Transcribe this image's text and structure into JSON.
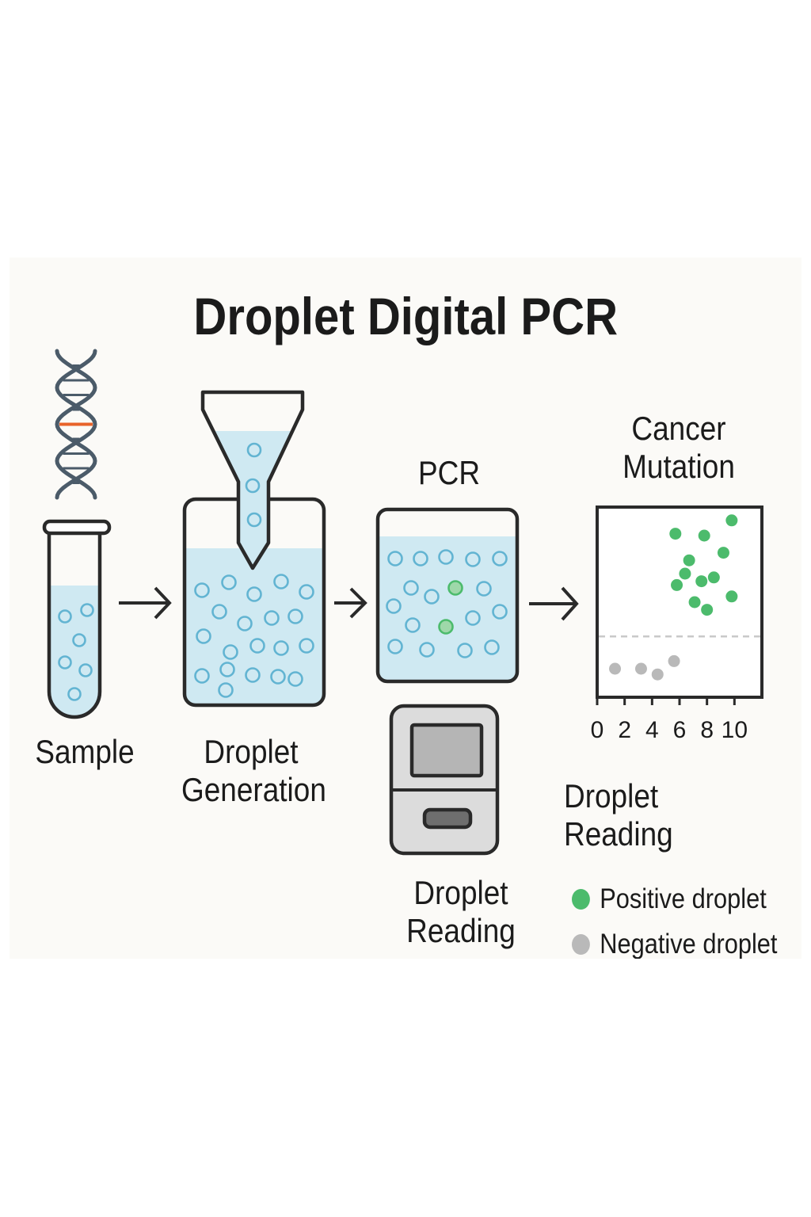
{
  "title": "Droplet Digital PCR",
  "steps": {
    "sample": {
      "line1": "Sample"
    },
    "generation": {
      "line1": "Droplet",
      "line2": "Generation"
    },
    "pcr": {
      "line1": "PCR"
    },
    "mutation": {
      "line1": "Cancer",
      "line2": "Mutation"
    },
    "reader": {
      "line1": "Droplet",
      "line2": "Reading"
    },
    "plot_caption": {
      "line1": "Droplet",
      "line2": "Reading"
    }
  },
  "legend": {
    "positive": {
      "label": "Positive droplet",
      "color": "#4cbb6c"
    },
    "negative": {
      "label": "Negative droplet",
      "color": "#b9b9b9"
    }
  },
  "colors": {
    "liquid": "#cfe9f2",
    "droplet_outline": "#62b4d2",
    "dna_strand": "#4b5b69",
    "dna_mutation": "#e8632a",
    "outline": "#2a2a2a",
    "threshold": "#c9c9c9"
  },
  "icons": [
    "dna-icon",
    "test-tube-icon",
    "funnel-icon",
    "droplet-container-icon",
    "pcr-plate-icon",
    "droplet-reader-icon",
    "arrow-right-icon"
  ],
  "chart_data": {
    "type": "scatter",
    "x_tick_labels": [
      "0",
      "2",
      "4",
      "6",
      "8",
      "10"
    ],
    "xlim": [
      0,
      12
    ],
    "ylim": [
      0,
      10
    ],
    "threshold": 3.2,
    "series": [
      {
        "category": "positive",
        "points": [
          [
            5.7,
            8.6
          ],
          [
            6.4,
            6.5
          ],
          [
            5.8,
            5.9
          ],
          [
            6.7,
            7.2
          ],
          [
            7.1,
            5.0
          ],
          [
            7.6,
            6.1
          ],
          [
            7.8,
            8.5
          ],
          [
            8.0,
            4.6
          ],
          [
            8.5,
            6.3
          ],
          [
            9.2,
            7.6
          ],
          [
            9.8,
            9.3
          ],
          [
            9.8,
            5.3
          ]
        ]
      },
      {
        "category": "negative",
        "points": [
          [
            1.3,
            1.5
          ],
          [
            3.2,
            1.5
          ],
          [
            4.4,
            1.2
          ],
          [
            5.6,
            1.9
          ]
        ]
      }
    ]
  }
}
